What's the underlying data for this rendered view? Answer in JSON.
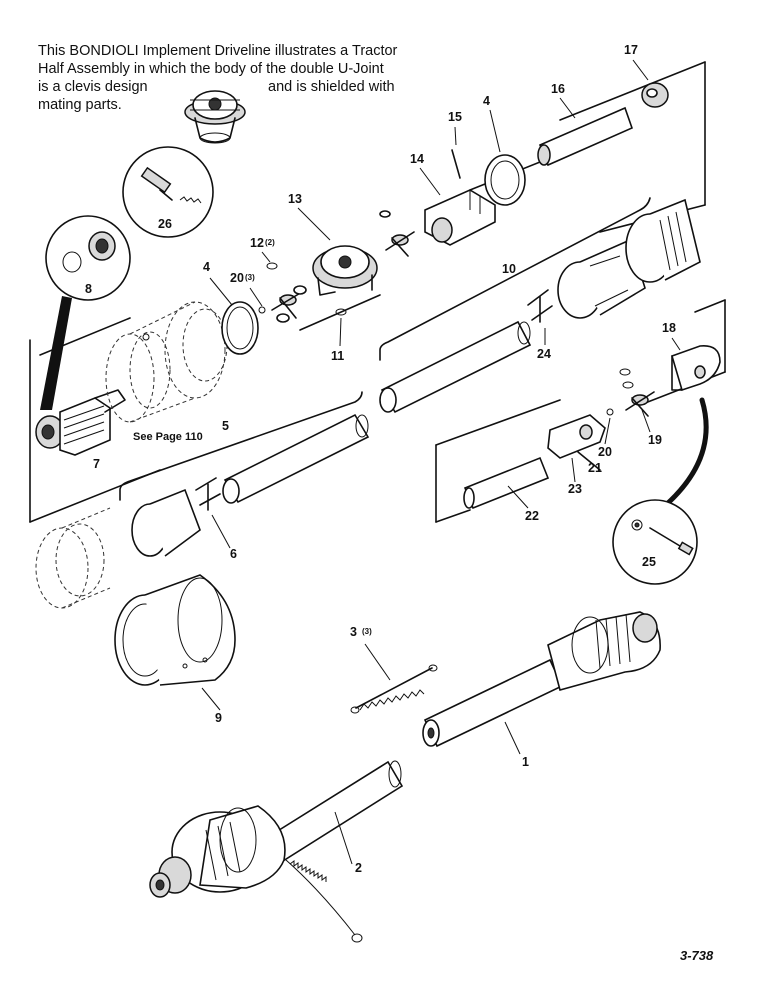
{
  "description": {
    "line1": "This BONDIOLI Implement Driveline illustrates a Tractor",
    "line2": "Half Assembly in which the body of the double U-Joint",
    "line3a": "is a clevis design",
    "line3b": "and is shielded with",
    "line4": "mating parts."
  },
  "callouts": {
    "c1": "1",
    "c2": "2",
    "c3": "3",
    "c3q": "(3)",
    "c4a": "4",
    "c4b": "4",
    "c5": "5",
    "c6": "6",
    "c7": "7",
    "c8": "8",
    "c9": "9",
    "c10": "10",
    "c11": "11",
    "c12": "12",
    "c12q": "(2)",
    "c13": "13",
    "c14": "14",
    "c15": "15",
    "c16": "16",
    "c17": "17",
    "c18": "18",
    "c19": "19",
    "c20a": "20",
    "c20aq": "(3)",
    "c20b": "20",
    "c21": "21",
    "c22": "22",
    "c23": "23",
    "c24": "24",
    "c25": "25",
    "c26": "26"
  },
  "page_ref": "See Page 110",
  "figure_number": "3-738"
}
